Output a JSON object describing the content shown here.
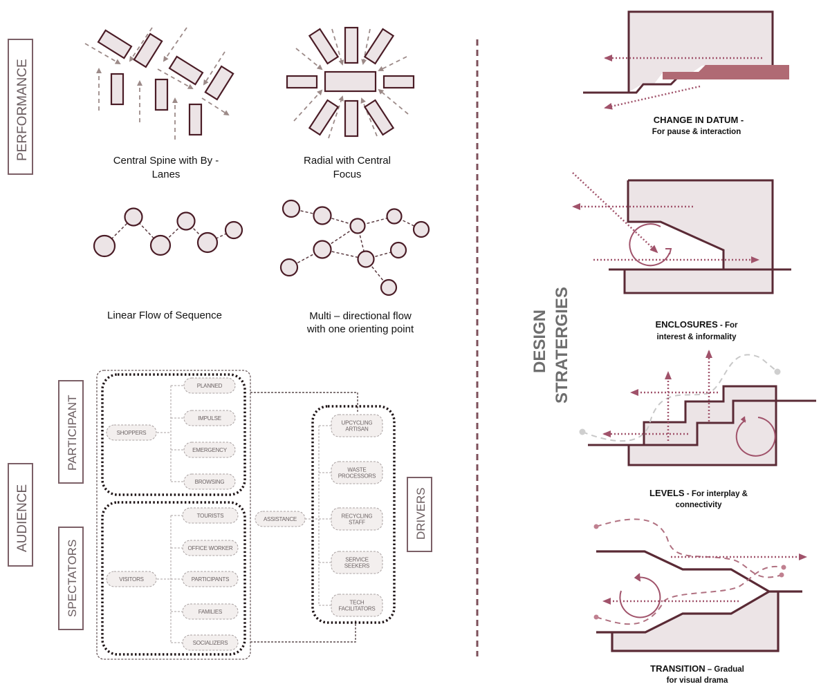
{
  "colors": {
    "outline": "#5a2a35",
    "fill": "#ece4e6",
    "arrow_grey": "#9c8a88",
    "accent": "#8c3f52",
    "accent_fill": "#b06a74",
    "divider": "#7d4f5a",
    "label_text": "#6b5d60",
    "grey_path": "#c8c8c8"
  },
  "performance": {
    "label": "PERFORMANCE",
    "patterns": [
      {
        "id": "central-spine",
        "caption_line1": "Central Spine with By -",
        "caption_line2": "Lanes"
      },
      {
        "id": "radial",
        "caption_line1": "Radial with Central",
        "caption_line2": "Focus"
      },
      {
        "id": "linear-flow",
        "caption_line1": "Linear Flow of Sequence",
        "caption_line2": ""
      },
      {
        "id": "multi-directional",
        "caption_line1": "Multi – directional flow",
        "caption_line2": "with one orienting point"
      }
    ]
  },
  "audience": {
    "label": "AUDIENCE",
    "participant": {
      "label": "PARTICIPANT",
      "root": "SHOPPERS",
      "children": [
        "PLANNED",
        "IMPULSE",
        "EMERGENCY",
        "BROWSING"
      ]
    },
    "spectators": {
      "label": "SPECTATORS",
      "root": "VISITORS",
      "children": [
        "TOURISTS",
        "OFFICE WORKER",
        "PARTICIPANTS",
        "FAMILIES",
        "SOCIALIZERS"
      ]
    },
    "connector": "ASSISTANCE",
    "drivers": {
      "label": "DRIVERS",
      "children": [
        [
          "UPCYCLING",
          "ARTISAN"
        ],
        [
          "WASTE",
          "PROCESSORS"
        ],
        [
          "RECYCLING",
          "STAFF"
        ],
        [
          "SERVICE",
          "SEEKERS"
        ],
        [
          "TECH",
          "FACILITATORS"
        ]
      ]
    }
  },
  "design_strategies": {
    "label_line1": "DESIGN",
    "label_line2": "STRATERGIES",
    "items": [
      {
        "id": "change-in-datum",
        "title": "CHANGE IN DATUM  -",
        "subtitle": "For pause & interaction"
      },
      {
        "id": "enclosures",
        "title": "ENCLOSURES",
        "title_suffix": " - For",
        "subtitle": "interest & informality"
      },
      {
        "id": "levels",
        "title": "LEVELS",
        "title_suffix": " - For interplay &",
        "subtitle": "connectivity"
      },
      {
        "id": "transition",
        "title": "TRANSITION",
        "title_suffix": " – Gradual",
        "subtitle": "for visual drama"
      }
    ]
  }
}
